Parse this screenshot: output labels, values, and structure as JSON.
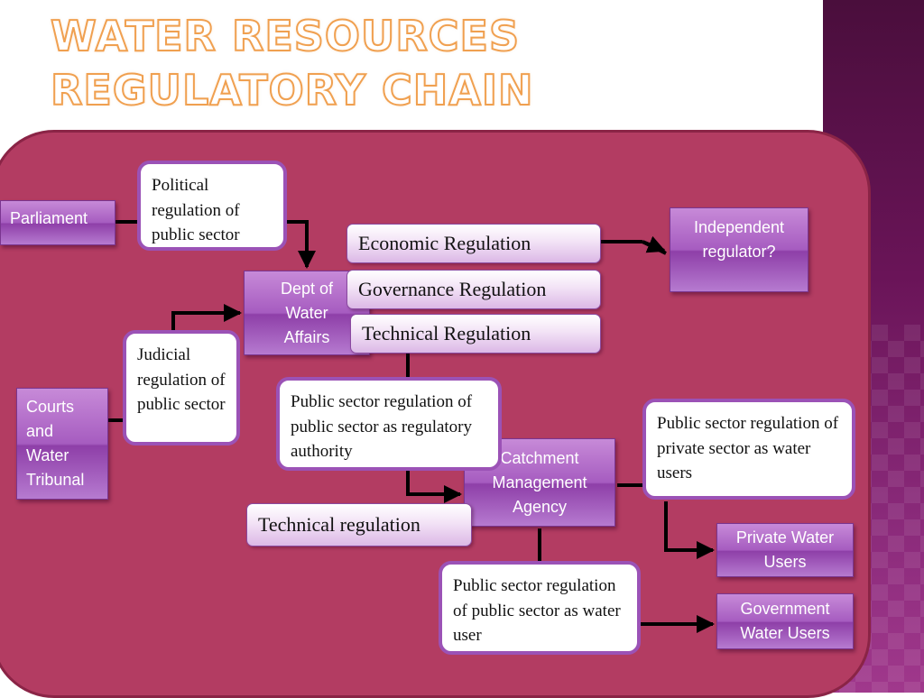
{
  "title": "Water Resources Regulatory Chain",
  "nodes": {
    "parliament": "Parliament",
    "dept": "Dept of Water Affairs",
    "courts": "Courts and Water Tribunal",
    "independent": "Independent regulator?",
    "cma": "Catchment Management Agency",
    "private_users": "Private Water Users",
    "gov_users": "Government Water Users"
  },
  "regulations": {
    "economic": "Economic Regulation",
    "governance": "Governance Regulation",
    "technical": "Technical Regulation",
    "technical_lower": "Technical regulation"
  },
  "notes": {
    "political": "Political regulation of public sector",
    "judicial": "Judicial regulation of public sector",
    "reg_authority": "Public sector regulation of public sector as regulatory authority",
    "private_water": "Public sector regulation of private sector as water users",
    "public_water": "Public sector regulation of public sector as water user"
  },
  "colors": {
    "panel": "#b33c62",
    "node_purple": "#a65cc0",
    "note_border": "#9b52b6",
    "title_orange": "#f0a050",
    "side_strip": "#6a1458"
  }
}
